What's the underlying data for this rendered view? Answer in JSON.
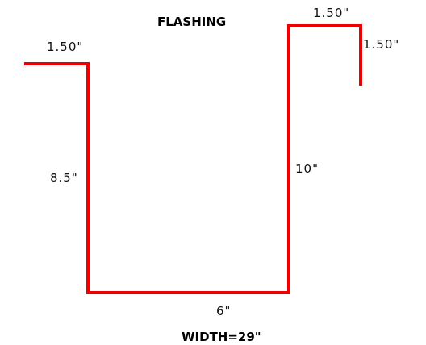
{
  "title": "FLASHING",
  "dimensions": {
    "left_flange": "1.50\"",
    "left_wall": "8.5\"",
    "bottom": "6\"",
    "right_wall": "10\"",
    "top_flange": "1.50\"",
    "end_lip": "1.50\""
  },
  "total_width": "WIDTH=29\"",
  "line_color": "#ee0000"
}
